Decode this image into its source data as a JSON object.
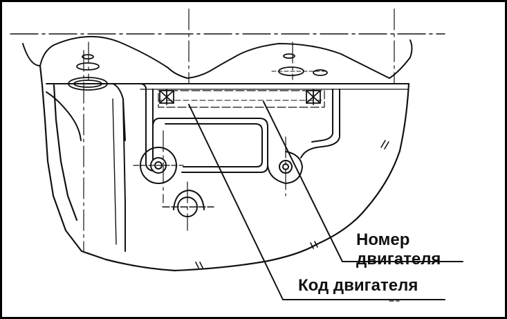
{
  "callouts": {
    "engine_number": {
      "line1": "Номер",
      "line2": "двигателя"
    },
    "engine_code": "Код двигателя"
  },
  "colors": {
    "ink": "#111111",
    "background": "#ffffff"
  }
}
